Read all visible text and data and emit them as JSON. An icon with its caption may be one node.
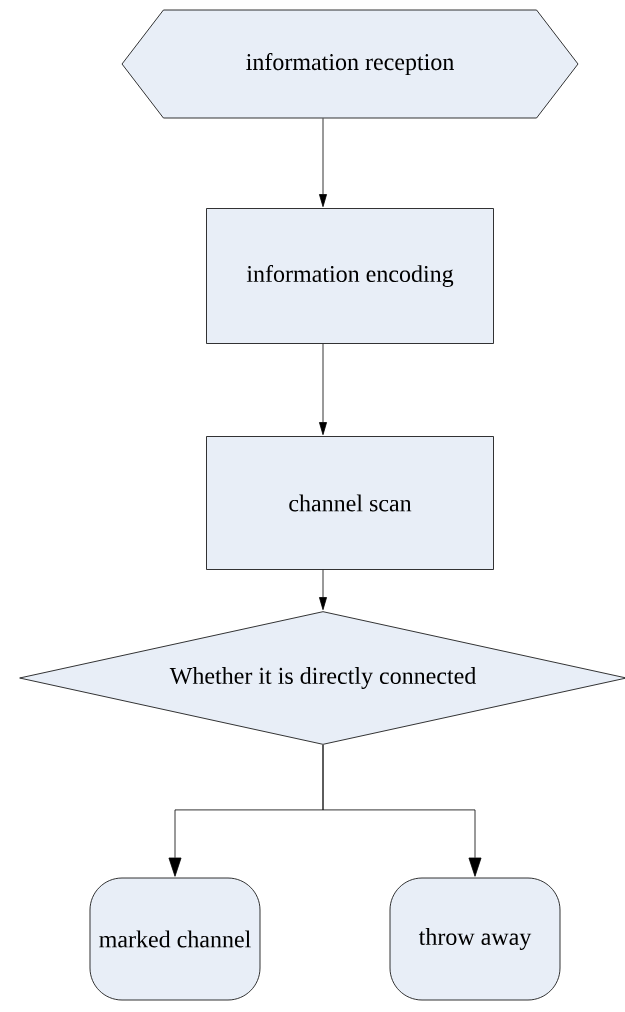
{
  "diagram": {
    "nodes": [
      {
        "text": [
          "information reception"
        ]
      },
      {
        "text": [
          "information encoding"
        ]
      },
      {
        "text": [
          "channel scan"
        ]
      },
      {
        "text": [
          "Whether it is directly connected"
        ]
      },
      {
        "text": [
          "marked channel"
        ]
      },
      {
        "text": [
          "throw away"
        ]
      }
    ],
    "edges": [
      {
        "from": 0,
        "to": 1,
        "arrow": "to"
      },
      {
        "from": 1,
        "to": 2,
        "arrow": "to"
      },
      {
        "from": 2,
        "to": 3,
        "arrow": "to"
      },
      {
        "from": 3,
        "to": 4,
        "arrow": "to"
      },
      {
        "from": 3,
        "to": 5,
        "arrow": "to"
      }
    ]
  }
}
